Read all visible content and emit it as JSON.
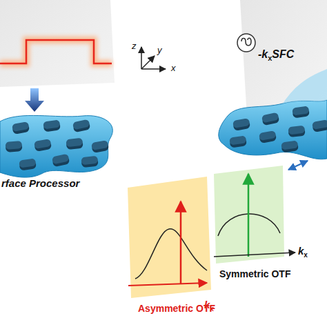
{
  "diagram": {
    "labels": [
      "rface Processor",
      "z",
      "y",
      "x",
      "-k",
      "x",
      "SFC",
      "Asymmetric OTF",
      "k",
      "x",
      "Symmetric OTF",
      "k",
      "x"
    ]
  }
}
